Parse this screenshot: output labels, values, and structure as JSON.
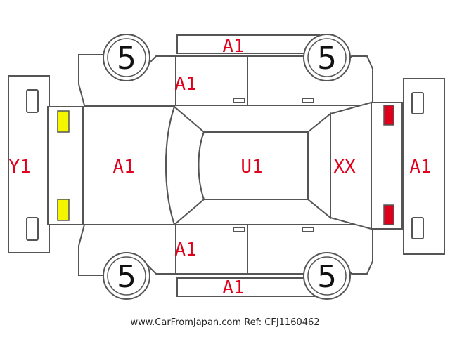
{
  "colors": {
    "damage_label": "#e0001b",
    "outline": "#555555",
    "headlight_yellow": "#f5f500",
    "taillight_red": "#e0001b"
  },
  "labels": {
    "roof_top": "A1",
    "front_left_door": "A1",
    "hood": "A1",
    "roof_center": "U1",
    "tailgate": "XX",
    "front_right_door": "A1",
    "roof_bottom": "A1",
    "front_bumper": "Y1",
    "rear_bumper": "A1"
  },
  "tires": {
    "front_top": "5",
    "rear_top": "5",
    "front_bottom": "5",
    "rear_bottom": "5"
  },
  "footer": {
    "site": "www.CarFromJapan.com",
    "ref": "Ref: CFJ1160462"
  }
}
